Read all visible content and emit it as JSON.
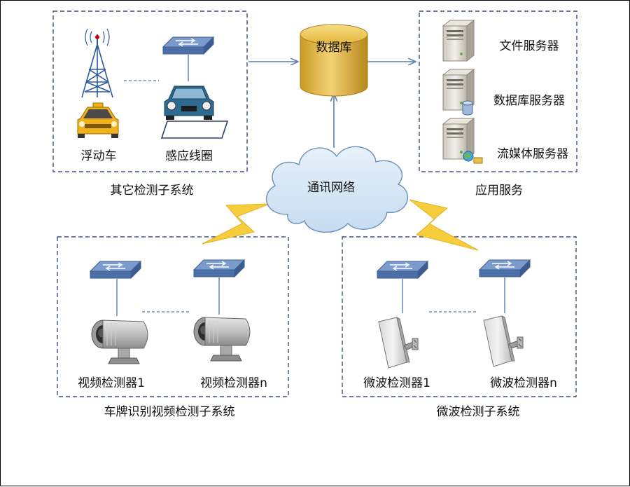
{
  "groups": {
    "other": "其它检测子系统",
    "app": "应用服务",
    "video": "车牌识别视频检测子系统",
    "microwave": "微波检测子系统"
  },
  "nodes": {
    "database": "数据库",
    "network": "通讯网络",
    "floating_car": "浮动车",
    "loop": "感应线圈",
    "file_server": "文件服务器",
    "db_server": "数据库服务器",
    "media_server": "流媒体服务器",
    "video1": "视频检测器1",
    "videon": "视频检测器n",
    "mw1": "微波检测器1",
    "mwn": "微波检测器n"
  },
  "colors": {
    "dash_border": "#3b4d86",
    "arrow": "#5b7eb6",
    "cylinder": "#e2b63a",
    "cloud": "#d4e6f5",
    "lightning": "#f6cd3c",
    "switch": "#5f82ba"
  }
}
